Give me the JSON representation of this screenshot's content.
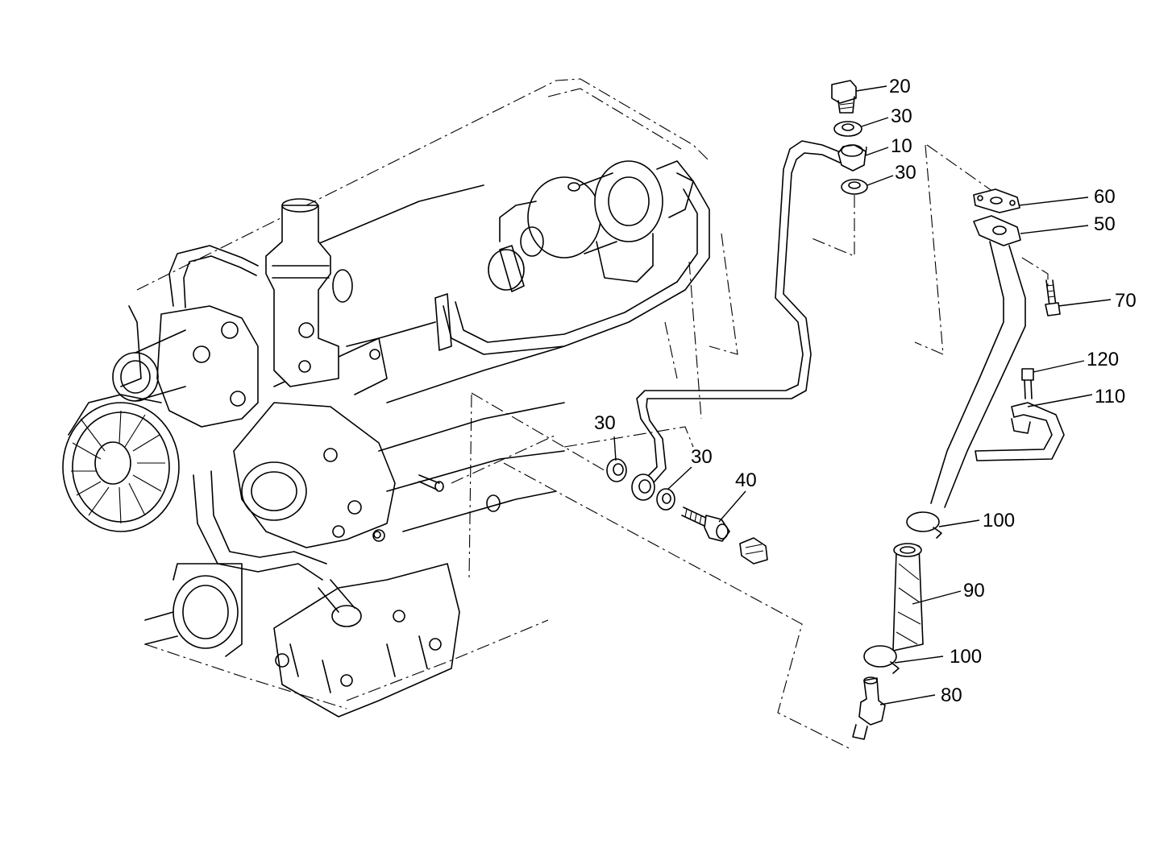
{
  "callouts": [
    {
      "id": "c20a",
      "label": "20"
    },
    {
      "id": "c30a",
      "label": "30"
    },
    {
      "id": "c10",
      "label": "10"
    },
    {
      "id": "c30b",
      "label": "30"
    },
    {
      "id": "c60",
      "label": "60"
    },
    {
      "id": "c50",
      "label": "50"
    },
    {
      "id": "c70",
      "label": "70"
    },
    {
      "id": "c120",
      "label": "120"
    },
    {
      "id": "c110",
      "label": "110"
    },
    {
      "id": "c30c",
      "label": "30"
    },
    {
      "id": "c30d",
      "label": "30"
    },
    {
      "id": "c40",
      "label": "40"
    },
    {
      "id": "c100a",
      "label": "100"
    },
    {
      "id": "c90",
      "label": "90"
    },
    {
      "id": "c100b",
      "label": "100"
    },
    {
      "id": "c80",
      "label": "80"
    }
  ]
}
